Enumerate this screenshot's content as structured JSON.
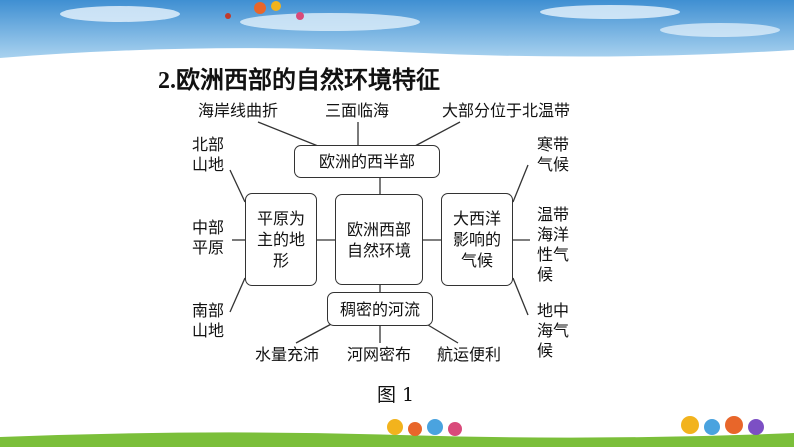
{
  "title": {
    "number": "2.",
    "text": "欧洲西部的自然环境特征"
  },
  "caption": "图 1",
  "top_labels": [
    "海岸线曲折",
    "三面临海",
    "大部分位于北温带"
  ],
  "bottom_labels": [
    "水量充沛",
    "河网密布",
    "航运便利"
  ],
  "left_labels": [
    "北部\n山地",
    "中部\n平原",
    "南部\n山地"
  ],
  "right_labels": [
    "寒带\n气候",
    "温带\n海洋\n性气\n候",
    "地中\n海气\n候"
  ],
  "boxes": {
    "top": "欧洲的西半部",
    "center": "欧洲西部\n自然环境",
    "left": "平原为\n主的地\n形",
    "right": "大西洋\n影响的\n气候",
    "bottom": "稠密的河流"
  },
  "colors": {
    "line": "#333333",
    "sky_top": "#3f8fd2",
    "grass": "#7bbf3a"
  },
  "decor_icons": [
    "balloon-icon",
    "cartoon-kids-icon"
  ]
}
